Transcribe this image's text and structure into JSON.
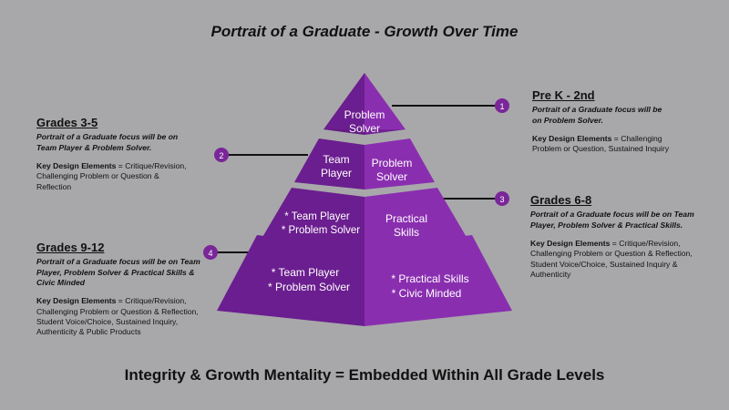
{
  "title": "Portrait of a Graduate - Growth Over Time",
  "footer": "Integrity & Growth Mentality = Embedded Within All Grade Levels",
  "colors": {
    "background": "#a8a8aa",
    "tier_left": "#6b1e8f",
    "tier_right": "#8a2eb0",
    "marker": "#7a2699"
  },
  "pyramid": {
    "tier1": {
      "label_line1": "Problem",
      "label_line2": "Solver"
    },
    "tier2": {
      "left_line1": "Team",
      "left_line2": "Player",
      "right_line1": "Problem",
      "right_line2": "Solver"
    },
    "tier3": {
      "left_line1": "* Team Player",
      "left_line2": "* Problem Solver",
      "right_line1": "Practical",
      "right_line2": "Skills"
    },
    "tier4": {
      "left_line1": "* Team Player",
      "left_line2": "* Problem Solver",
      "right_line1": "* Practical Skills",
      "right_line2": "* Civic Minded"
    }
  },
  "markers": [
    "1",
    "2",
    "3",
    "4"
  ],
  "panels": {
    "prek2": {
      "heading": "Pre K - 2nd",
      "focus": "Portrait of a Graduate focus will be on Problem Solver.",
      "kde_label": "Key Design Elements",
      "kde_text": " = Challenging Problem or Question, Sustained Inquiry"
    },
    "g35": {
      "heading": "Grades 3-5",
      "focus": "Portrait of a Graduate focus will be on Team Player & Problem Solver.",
      "kde_label": "Key Design Elements",
      "kde_text": " = Critique/Revision, Challenging Problem or Question & Reflection"
    },
    "g68": {
      "heading": "Grades 6-8",
      "focus": "Portrait of a Graduate focus will be on Team Player, Problem Solver & Practical Skills.",
      "kde_label": "Key Design Elements",
      "kde_text": " = Critique/Revision, Challenging Problem or Question & Reflection, Student Voice/Choice, Sustained Inquiry & Authenticity"
    },
    "g912": {
      "heading": "Grades 9-12",
      "focus": "Portrait of a Graduate focus will be on Team Player, Problem Solver & Practical Skills & Civic Minded",
      "kde_label": "Key Design Elements",
      "kde_text": " = Critique/Revision, Challenging Problem or Question & Reflection, Student Voice/Choice, Sustained Inquiry,  Authenticity & Public Products"
    }
  }
}
